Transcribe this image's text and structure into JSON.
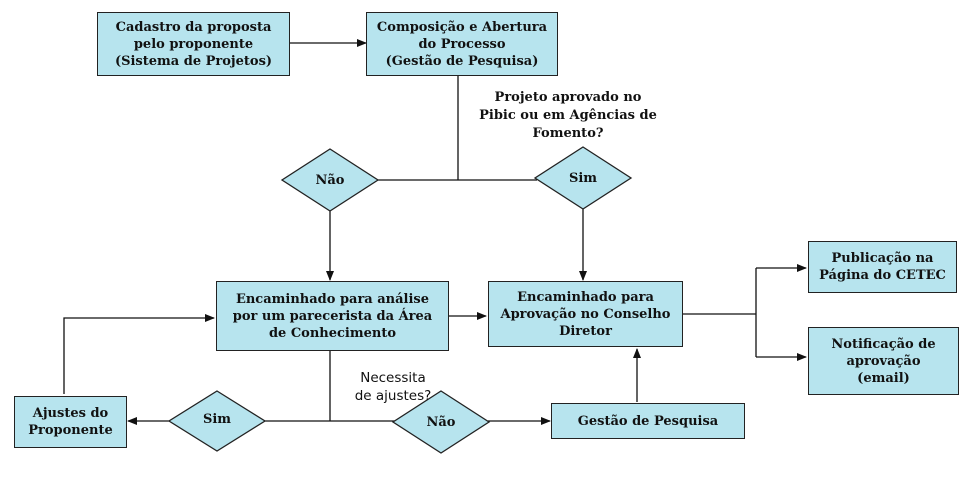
{
  "boxes": {
    "cadastro": "Cadastro da proposta\npelo proponente\n(Sistema de Projetos)",
    "composicao": "Composição e Abertura\ndo Processo\n(Gestão de Pesquisa)",
    "parecerista": "Encaminhado para análise\npor um parecerista da Área\nde Conhecimento",
    "conselho": "Encaminhado para\nAprovação no Conselho\nDiretor",
    "publicacao": "Publicação na\nPágina do CETEC",
    "notificacao": "Notificação de\naprovação\n(email)",
    "ajustes": "Ajustes do\nProponente",
    "gestao": "Gestão de Pesquisa"
  },
  "decisions": {
    "nao_top": "Não",
    "sim_top": "Sim",
    "sim_bottom": "Sim",
    "nao_bottom": "Não"
  },
  "questions": {
    "aprovado": "Projeto aprovado no\nPibic ou em Agências de\nFomento?",
    "ajustes": "Necessita\nde ajustes?"
  },
  "colors": {
    "box_fill": "#b7e4ee",
    "line": "#111111"
  }
}
